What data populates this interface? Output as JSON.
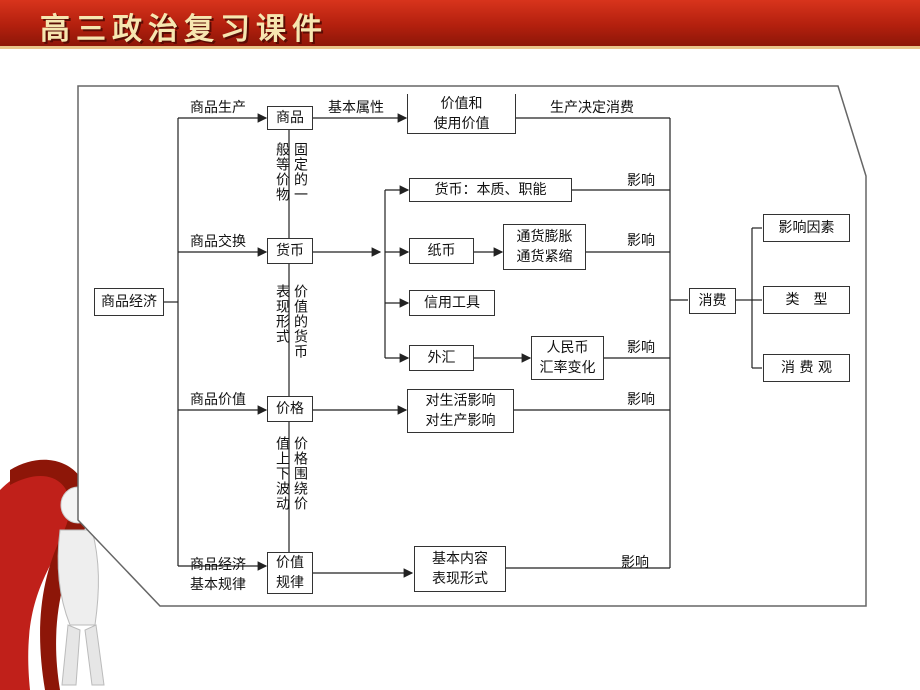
{
  "header": {
    "title": "高三政治复习课件"
  },
  "diagram": {
    "root": "商品经济",
    "branch_labels": {
      "production": "商品生产",
      "exchange": "商品交换",
      "value": "商品价值",
      "law_line1": "商品经济",
      "law_line2": "基本规律"
    },
    "core_boxes": {
      "commodity": "商品",
      "currency": "货币",
      "price": "价格",
      "law_line1": "价值",
      "law_line2": "规律"
    },
    "attribute_label": "基本属性",
    "use_value_line1": "价值和",
    "use_value_line2": "使用价值",
    "production_decides": "生产决定消费",
    "vertical_texts": {
      "general_equivalent_a": "固定的一",
      "general_equivalent_b": "般等价物",
      "value_form_a": "价值的货币",
      "value_form_b": "表现形式",
      "fluctuation_a": "价格围绕价",
      "fluctuation_b": "值上下波动"
    },
    "currency_items": {
      "nature": "货币：本质、职能",
      "paper": "纸币",
      "inflation_line1": "通货膨胀",
      "inflation_line2": "通货紧缩",
      "credit": "信用工具",
      "forex": "外汇",
      "rmb_line1": "人民币",
      "rmb_line2": "汇率变化"
    },
    "impact_label": "影响",
    "price_effects_line1": "对生活影响",
    "price_effects_line2": "对生产影响",
    "law_content_line1": "基本内容",
    "law_content_line2": "表现形式",
    "consumption": "消费",
    "consumption_items": [
      "影响因素",
      "类　型",
      "消 费 观"
    ]
  }
}
